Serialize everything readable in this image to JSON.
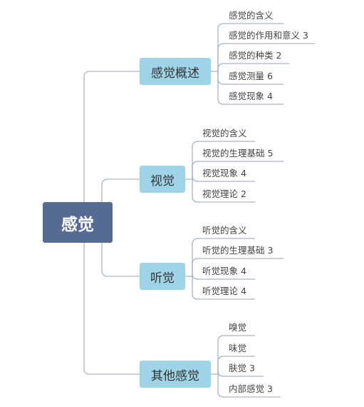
{
  "root": {
    "label": "感觉"
  },
  "colors": {
    "root_fill": "#566b94",
    "branch_fill": "#9fd4e8",
    "line": "#a9b4c2",
    "text": "#444444"
  },
  "branches": [
    {
      "label": "感觉概述",
      "items": [
        "感觉的含义",
        "感觉的作用和意义 3",
        "感觉的种类 2",
        "感觉测量 6",
        "感觉现象 4"
      ]
    },
    {
      "label": "视觉",
      "items": [
        "视觉的含义",
        "视觉的生理基础 5",
        "视觉现象 4",
        "视觉理论 2"
      ]
    },
    {
      "label": "听觉",
      "items": [
        "听觉的含义",
        "听觉的生理基础 3",
        "听觉现象 4",
        "听觉理论 4"
      ]
    },
    {
      "label": "其他感觉",
      "items": [
        "嗅觉",
        "味觉",
        "肤觉 3",
        "内部感觉 3"
      ]
    }
  ]
}
